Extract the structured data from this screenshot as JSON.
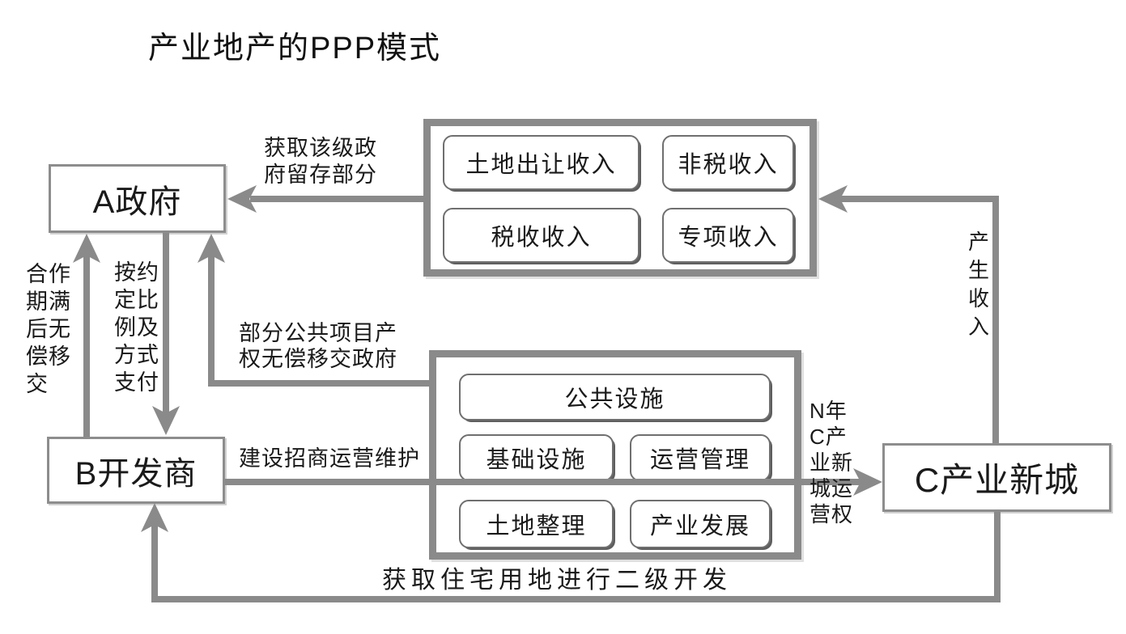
{
  "title": "产业地产的PPP模式",
  "nodes": {
    "gov": "A政府",
    "developer": "B开发商",
    "new_city": "C产业新城"
  },
  "revenue_box": {
    "land_transfer": "土地出让收入",
    "non_tax": "非税收入",
    "tax": "税收收入",
    "special": "专项收入"
  },
  "works_box": {
    "public_facilities": "公共设施",
    "infrastructure": "基础设施",
    "operation_mgmt": "运营管理",
    "land_consolidation": "土地整理",
    "industry_dev": "产业发展"
  },
  "edge_labels": {
    "gov_retained": "获取该级政府留存部分",
    "expiry_transfer": "合作期满后无偿移交",
    "agreed_payment": "按约定比例及方式支付",
    "public_property_transfer": "部分公共项目产权无偿移交政府",
    "build_invest_operate": "建设招商运营维护",
    "operation_right": "N年C产业新城运营权",
    "generate_income": "产生收入",
    "residential_dev": "获取住宅用地进行二级开发"
  },
  "colors": {
    "line": "#8a8a8a",
    "node_border": "#8d8d8d",
    "pill_border": "#6f6f6f",
    "text": "#1a1a1a",
    "background": "#ffffff"
  }
}
